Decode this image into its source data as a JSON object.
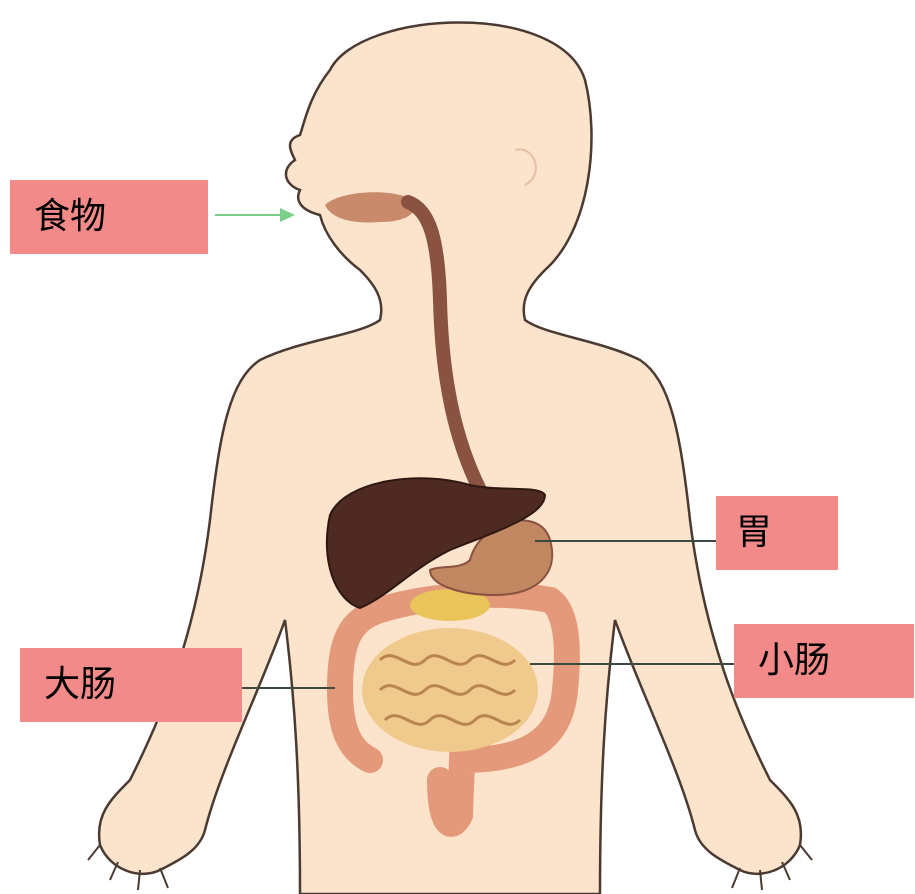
{
  "labels": {
    "food": "食物",
    "stomach": "胃",
    "small_intestine": "小肠",
    "large_intestine": "大肠"
  },
  "colors": {
    "label_bg": "#f28a8a",
    "skin": "#fbe3cc",
    "outline": "#4a3a32",
    "liver": "#4e2a22",
    "esophagus": "#8a5240",
    "stomach": "#c08760",
    "gallbladder": "#e8c45a",
    "intestine": "#f0c98c",
    "large_intestine": "#e49a7a",
    "arrow": "#7ccf8a"
  },
  "icons": {
    "food_arrow": "arrow-right-icon"
  }
}
